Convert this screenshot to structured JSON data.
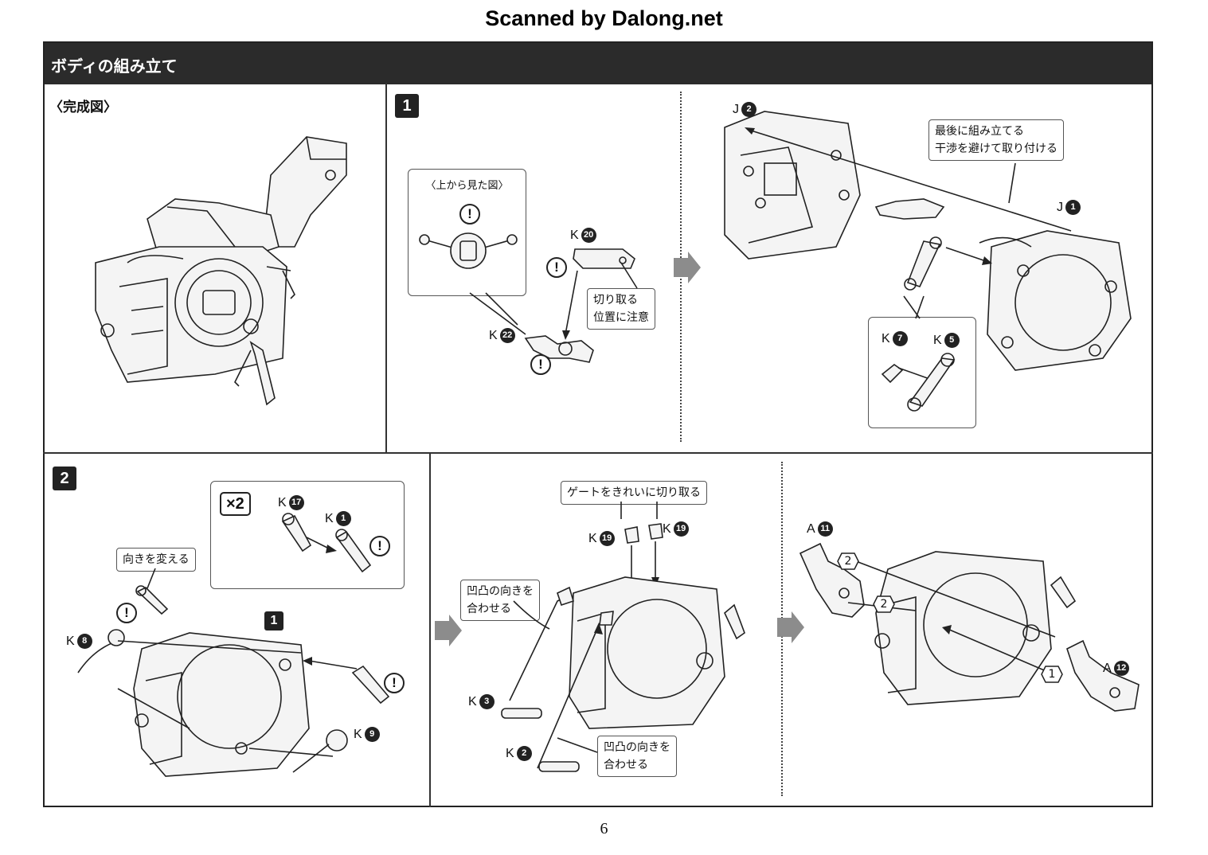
{
  "scanner_credit": "Scanned by Dalong.net",
  "header": {
    "title": "ボディの組み立て"
  },
  "completed": {
    "label": "〈完成図〉"
  },
  "step1": {
    "badge": "1",
    "top_view_label": "〈上から見た図〉",
    "cut_note": [
      "切り取る",
      "位置に注意"
    ],
    "parts": {
      "k20": {
        "letter": "K",
        "num": "20"
      },
      "k22": {
        "letter": "K",
        "num": "22"
      }
    },
    "assembly_note": [
      "最後に組み立てる",
      "干渉を避けて取り付ける"
    ],
    "parts_b": {
      "j2": {
        "letter": "J",
        "num": "2"
      },
      "j1": {
        "letter": "J",
        "num": "1"
      },
      "k7": {
        "letter": "K",
        "num": "7"
      },
      "k5": {
        "letter": "K",
        "num": "5"
      }
    }
  },
  "step2": {
    "badge": "2",
    "multiplier": "×2",
    "turn_note": "向きを変える",
    "ref_badge": "1",
    "parts": {
      "k17": {
        "letter": "K",
        "num": "17"
      },
      "k1": {
        "letter": "K",
        "num": "1"
      },
      "k8": {
        "letter": "K",
        "num": "8"
      },
      "k9": {
        "letter": "K",
        "num": "9"
      }
    },
    "gate_note": "ゲートをきれいに切り取る",
    "align_note": [
      "凹凸の向きを",
      "合わせる"
    ],
    "align_note2": [
      "凹凸の向きを",
      "合わせる"
    ],
    "parts_b": {
      "k19a": {
        "letter": "K",
        "num": "19"
      },
      "k19b": {
        "letter": "K",
        "num": "19"
      },
      "k3": {
        "letter": "K",
        "num": "3"
      },
      "k2": {
        "letter": "K",
        "num": "2"
      }
    },
    "parts_c": {
      "a11": {
        "letter": "A",
        "num": "11"
      },
      "a12": {
        "letter": "A",
        "num": "12"
      }
    },
    "order": [
      "2",
      "2",
      "1"
    ]
  },
  "caution_glyph": "!",
  "page_number": "6"
}
